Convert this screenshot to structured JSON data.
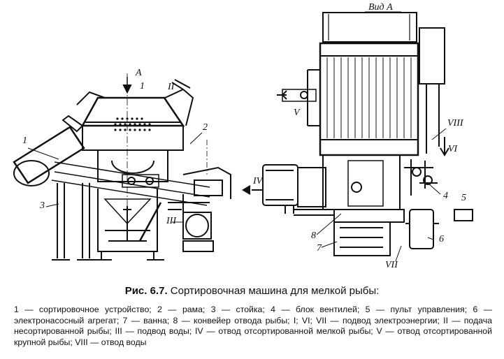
{
  "figure": {
    "number": "Рис. 6.7.",
    "title": "Сортировочная машина для мелкой рыбы:",
    "view_label": "Вид А",
    "arrow_label": "А",
    "callouts": [
      "1",
      "1",
      "2",
      "3",
      "4",
      "5",
      "6",
      "7",
      "8"
    ],
    "roman_labels": [
      "I",
      "II",
      "III",
      "IV",
      "V",
      "VI",
      "VII",
      "VIII"
    ]
  },
  "legend_text": "1 — сортировочное устройство; 2 — рама; 3 — стойка; 4 — блок вентилей; 5 — пульт управления; 6 — электронасосный агрегат; 7 — ванна; 8 — конвейер отвода рыбы; I; VI; VII — подвод электроэнергии; II — подача несортированной рыбы; III — подвод воды; IV — отвод отсортированной мелкой рыбы; V — отвод отсортированной крупной рыбы; VIII — отвод воды"
}
